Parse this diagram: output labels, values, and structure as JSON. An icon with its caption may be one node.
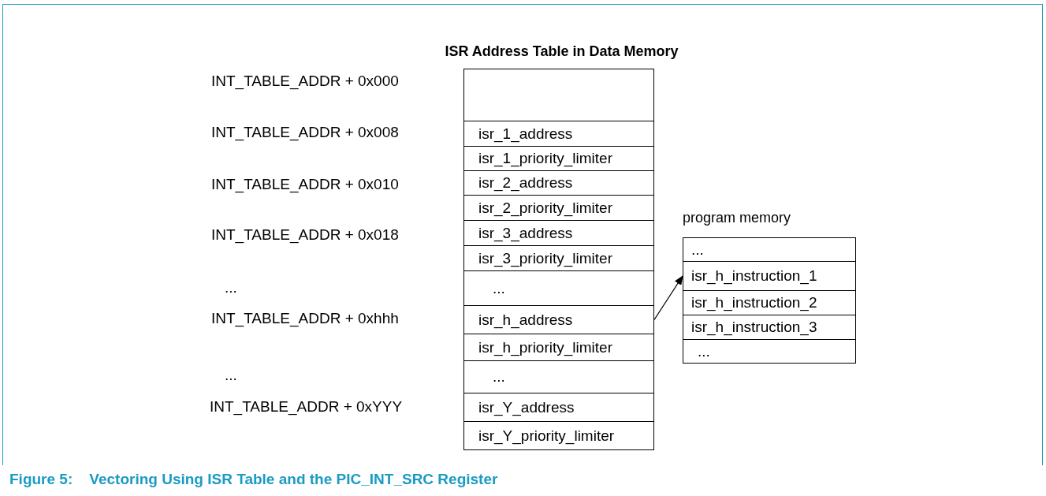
{
  "diagram": {
    "caption": "Figure 5:    Vectoring Using ISR Table and the PIC_INT_SRC Register",
    "nodes": [
      {
        "text": [
          "ISR Address Table in Data Memory"
        ]
      },
      {
        "text": [],
        "shape": "box",
        "in": 0
      },
      {
        "text": [
          "isr_1_address"
        ],
        "in": 0
      },
      {
        "text": [
          "isr_1_priority_limiter"
        ],
        "in": 0
      },
      {
        "text": [
          "isr_2_address"
        ],
        "in": 0
      },
      {
        "text": [
          "isr_2_priority_limiter"
        ],
        "in": 0
      },
      {
        "text": [
          "isr_3_address"
        ],
        "in": 0
      },
      {
        "text": [
          "isr_3_priority_limiter"
        ],
        "in": 0
      },
      {
        "text": [
          "..."
        ],
        "in": 0
      },
      {
        "text": [
          "isr_h_address"
        ],
        "in": 0
      },
      {
        "text": [
          "isr_h_priority_limiter"
        ],
        "in": 0
      },
      {
        "text": [
          "..."
        ],
        "in": 0
      },
      {
        "text": [
          "isr_Y_address"
        ],
        "in": 0
      },
      {
        "text": [
          "isr_Y_priority_limiter"
        ],
        "in": 0
      },
      {
        "text": [
          "program memory"
        ]
      },
      {
        "text": [
          "..."
        ],
        "in": 14
      },
      {
        "text": [
          "isr_h_instruction_1"
        ],
        "in": 14
      },
      {
        "text": [
          "isr_h_instruction_2"
        ],
        "in": 14
      },
      {
        "text": [
          "isr_h_instruction_3"
        ],
        "in": 14
      },
      {
        "text": [
          "..."
        ],
        "in": 14
      }
    ],
    "edges": [
      {
        "from": 9,
        "to": 16,
        "arrow": "to"
      }
    ],
    "labels": [
      "INT_TABLE_ADDR + 0x000",
      "INT_TABLE_ADDR + 0x008",
      "INT_TABLE_ADDR + 0x010",
      "INT_TABLE_ADDR + 0x018",
      "...",
      "INT_TABLE_ADDR + 0xhhh",
      "...",
      "INT_TABLE_ADDR + 0xYYY"
    ]
  }
}
